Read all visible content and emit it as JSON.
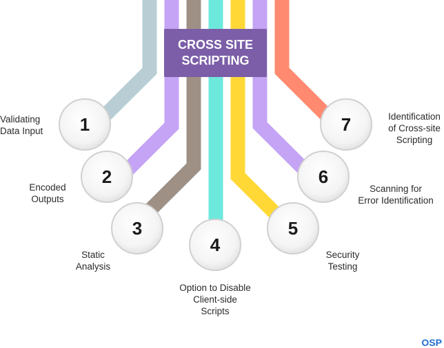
{
  "title": {
    "lines": [
      "CROSS SITE",
      "SCRIPTING"
    ],
    "color": "#7b5ea7"
  },
  "nodes": [
    {
      "number": "1",
      "label_lines": [
        "Validating",
        "Data Input"
      ],
      "color": "#b8cdd4"
    },
    {
      "number": "2",
      "label_lines": [
        "Encoded",
        "Outputs"
      ],
      "color": "#c5a3f5"
    },
    {
      "number": "3",
      "label_lines": [
        "Static",
        "Analysis"
      ],
      "color": "#9e9085"
    },
    {
      "number": "4",
      "label_lines": [
        "Option to Disable",
        "Client-side",
        "Scripts"
      ],
      "color": "#6de8dc"
    },
    {
      "number": "5",
      "label_lines": [
        "Security",
        "Testing"
      ],
      "color": "#ffd836"
    },
    {
      "number": "6",
      "label_lines": [
        "Scanning for",
        "Error Identification"
      ],
      "color": "#c5a3f5"
    },
    {
      "number": "7",
      "label_lines": [
        "Identification",
        "of Cross-site",
        "Scripting"
      ],
      "color": "#ff8a70"
    }
  ],
  "logo": {
    "text": "OSP",
    "color": "#1f6fd1"
  }
}
